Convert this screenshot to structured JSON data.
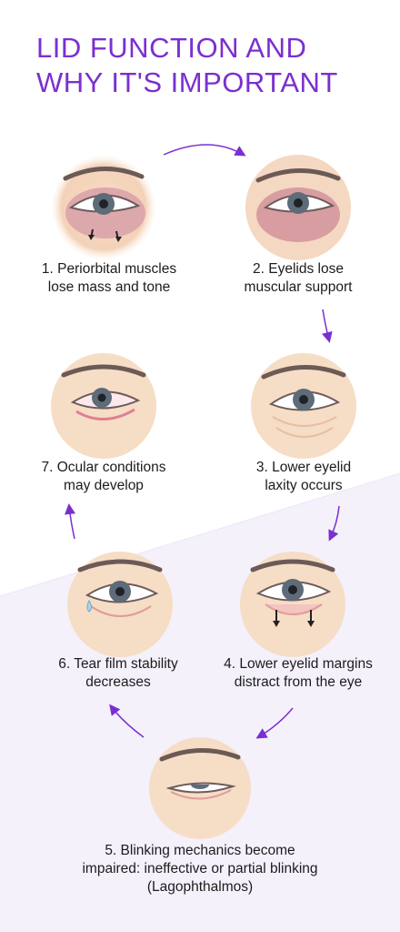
{
  "title": {
    "line1": "LID FUNCTION AND",
    "line2": "WHY IT'S IMPORTANT"
  },
  "colors": {
    "accent": "#7b2fd0",
    "lavender": "#f3f0fb",
    "skin": "#f6dcc0",
    "iris": "#5e6b78"
  },
  "steps": [
    {
      "lines": [
        "1. Periorbital muscles",
        "lose mass and tone"
      ]
    },
    {
      "lines": [
        "2. Eyelids lose",
        "muscular support"
      ]
    },
    {
      "lines": [
        "3. Lower eyelid",
        "laxity occurs"
      ]
    },
    {
      "lines": [
        "4. Lower eyelid margins",
        "distract from the eye"
      ]
    },
    {
      "lines": [
        "5. Blinking mechanics become",
        "impaired: ineffective or partial blinking",
        "(Lagophthalmos)"
      ]
    },
    {
      "lines": [
        "6. Tear film stability",
        "decreases"
      ]
    },
    {
      "lines": [
        "7. Ocular conditions",
        "may develop"
      ]
    }
  ]
}
